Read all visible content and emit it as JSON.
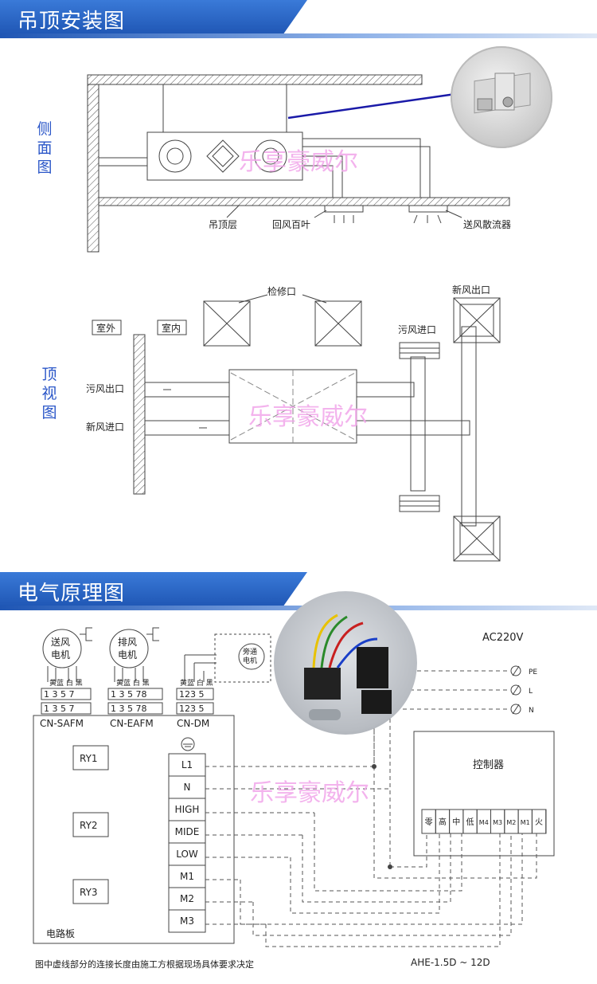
{
  "sections": {
    "install_title": "吊顶安装图",
    "electrical_title": "电气原理图"
  },
  "side_view": {
    "label": "侧面图",
    "ceiling_layer": "吊顶层",
    "return_louver": "回风百叶",
    "supply_diffuser": "送风散流器"
  },
  "top_view": {
    "label": "顶视图",
    "inspection_port": "检修口",
    "outdoor": "室外",
    "indoor": "室内",
    "exhaust_out": "污风出口",
    "fresh_in": "新风进口",
    "fresh_out": "新风出口",
    "exhaust_in": "污风进口"
  },
  "watermark": "乐享豪威尔",
  "electrical": {
    "motors": [
      {
        "label": "送风电机",
        "wires": [
          "黄蓝",
          "白",
          "黑"
        ],
        "terminals": [
          "1",
          "3",
          "5",
          "7"
        ],
        "connector": "CN-SAFM"
      },
      {
        "label": "排风电机",
        "wires": [
          "黄蓝",
          "白",
          "黑"
        ],
        "terminals": [
          "1",
          "3",
          "5",
          "78"
        ],
        "connector": "CN-EAFM"
      },
      {
        "label": "",
        "wires": [
          "黄蓝",
          "白",
          "黑"
        ],
        "terminals": [
          "1",
          "2",
          "3",
          "5"
        ],
        "connector": "CN-DM"
      }
    ],
    "bypass_motor": "旁通电机",
    "relays": [
      "RY1",
      "RY2",
      "RY3"
    ],
    "terminals": [
      "L1",
      "N",
      "HIGH",
      "MIDE",
      "LOW",
      "M1",
      "M2",
      "M3"
    ],
    "board_label": "电路板",
    "power_label": "AC220V",
    "power_lines": [
      "PE",
      "L",
      "N"
    ],
    "controller_label": "控制器",
    "controller_terminals": [
      "零",
      "高",
      "中",
      "低",
      "M4",
      "M3",
      "M2",
      "M1",
      "火"
    ],
    "footnote": "图中虚线部分的连接长度由施工方根据现场具体要求决定",
    "model": "AHE-1.5D ~ 12D"
  },
  "colors": {
    "banner": "#2a64c8",
    "label_blue": "#2a56c8",
    "watermark": "#f2a6ea"
  }
}
